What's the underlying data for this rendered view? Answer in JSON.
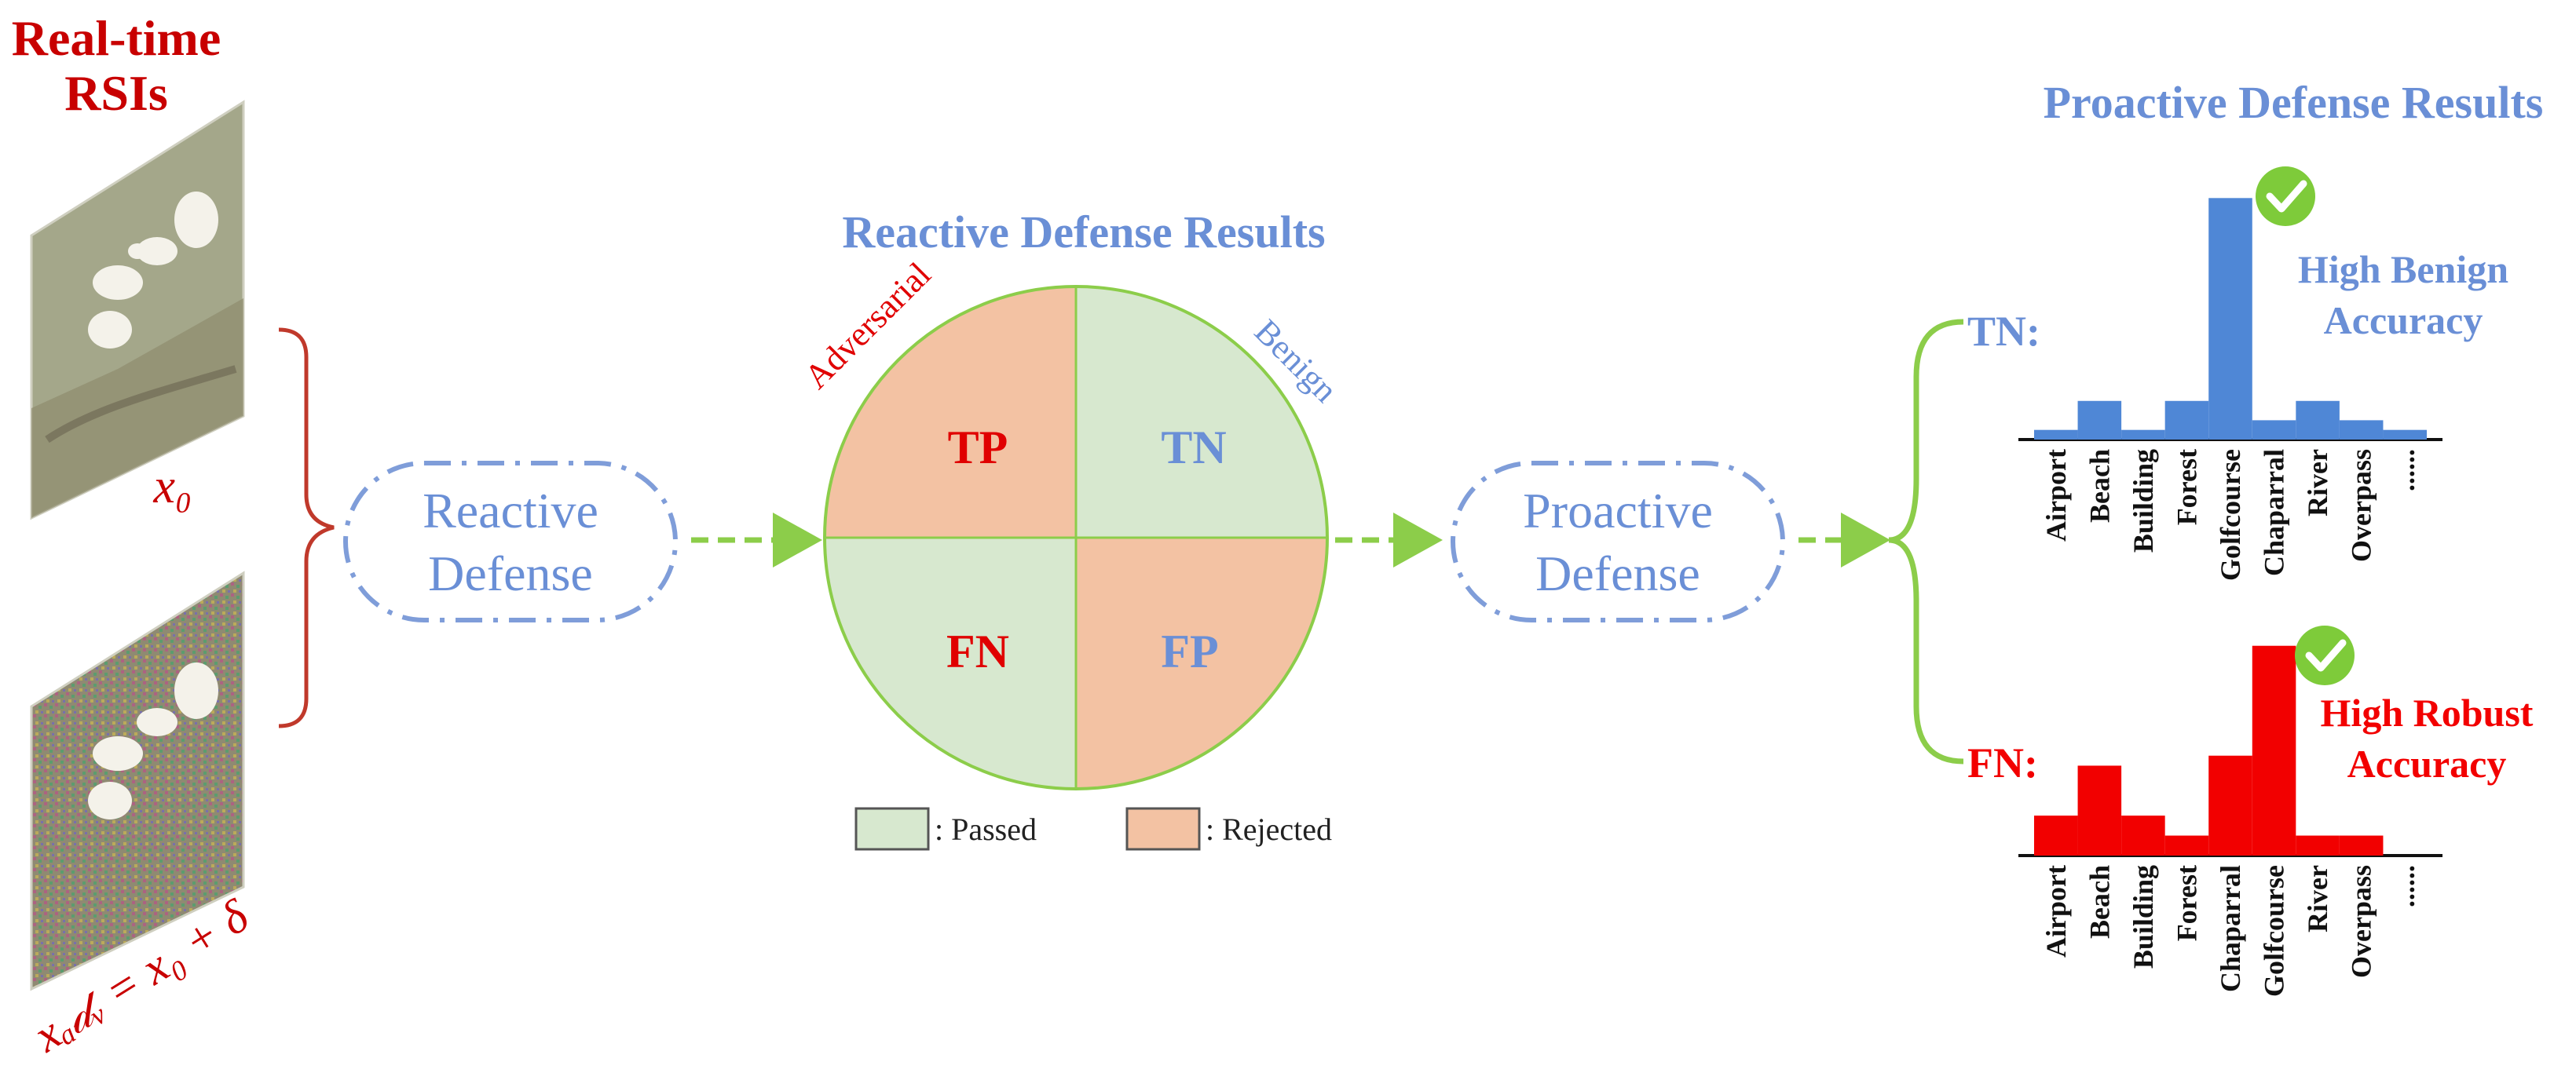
{
  "input": {
    "title_line1": "Real-time",
    "title_line2": "RSIs",
    "clean_label": "x₀",
    "adv_label": "xₐ𝒹ᵥ = x₀ + δ"
  },
  "reactive_node": {
    "line1": "Reactive",
    "line2": "Defense"
  },
  "proactive_node": {
    "line1": "Proactive",
    "line2": "Defense"
  },
  "reactive_results": {
    "title": "Reactive Defense Results",
    "adversarial_label": "Adversarial",
    "benign_label": "Benign",
    "quadrants": {
      "tp": "TP",
      "tn": "TN",
      "fn": "FN",
      "fp": "FP"
    },
    "legend": {
      "passed": ": Passed",
      "rejected": ": Rejected"
    }
  },
  "proactive_results": {
    "title": "Proactive Defense Results",
    "tn_label": "TN:",
    "fn_label": "FN:",
    "tn_note_line1": "High Benign",
    "tn_note_line2": "Accuracy",
    "fn_note_line1": "High Robust",
    "fn_note_line2": "Accuracy"
  },
  "colors": {
    "red": "#c80000",
    "blue": "#6a8fd6",
    "bar_blue": "#4f87d6",
    "bar_red": "#f20000",
    "green_arrow": "#8ccd4a",
    "pass_fill": "#d7e8cf",
    "reject_fill": "#f3c2a3",
    "check_green": "#7ecb3a"
  },
  "chart_data": [
    {
      "type": "bar",
      "title": "",
      "categories": [
        "Airport",
        "Beach",
        "Building",
        "Forest",
        "Golfcourse",
        "Chaparral",
        "River",
        "Overpass",
        "......"
      ],
      "values": [
        0.5,
        2.0,
        0.5,
        2.0,
        12.5,
        1.0,
        2.0,
        1.0,
        0.5
      ],
      "ylim": [
        0,
        13
      ]
    },
    {
      "type": "bar",
      "title": "",
      "categories": [
        "Airport",
        "Beach",
        "Building",
        "Forest",
        "Chaparral",
        "Golfcourse",
        "River",
        "Overpass",
        "......"
      ],
      "values": [
        2.0,
        4.5,
        2.0,
        1.0,
        5.0,
        10.5,
        1.0,
        1.0,
        0.0
      ],
      "ylim": [
        0,
        11
      ]
    }
  ]
}
